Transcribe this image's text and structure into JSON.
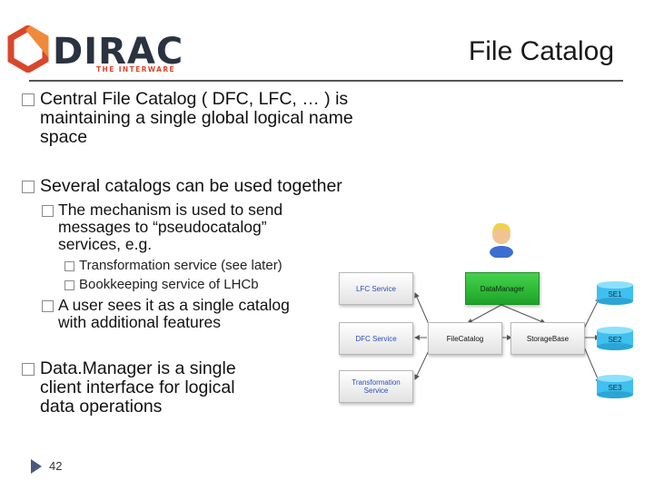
{
  "header": {
    "logo": {
      "word": "DIRAC",
      "tagline": "THE INTERWARE"
    },
    "title": "File Catalog"
  },
  "bullets": [
    {
      "text_lines": [
        "Central File Catalog ( DFC, LFC, … ) is",
        "maintaining a single global logical name",
        "space"
      ]
    },
    {
      "text_lines": [
        "Several catalogs can be used together"
      ]
    },
    {
      "text_lines": [
        "The mechanism is used to send",
        "messages to “pseudocatalog”",
        "services, e.g."
      ]
    },
    {
      "text_lines": [
        "Transformation service (see later)"
      ]
    },
    {
      "text_lines": [
        "Bookkeeping service of LHCb"
      ]
    },
    {
      "text_lines": [
        "A user sees it as a single catalog",
        "with additional features"
      ]
    },
    {
      "text_lines": [
        "Data.Manager is a single",
        "client interface for logical",
        "data operations"
      ]
    }
  ],
  "diagram": {
    "lfc_service": "LFC Service",
    "dfc_service": "DFC Service",
    "transformation_service": "Transformation Service",
    "file_catalog": "FileCatalog",
    "data_manager": "DataManager",
    "storage_base": "StorageBase",
    "se1": "SE1",
    "se2": "SE2",
    "se3": "SE3"
  },
  "footer": {
    "page_number": "42"
  },
  "colors": {
    "accent_red": "#d9472b",
    "logo_dark": "#2b3340",
    "diagram_green": "#1da328",
    "diagram_blue_text": "#2c4fb5",
    "se_cyan": "#3fc0ee"
  }
}
